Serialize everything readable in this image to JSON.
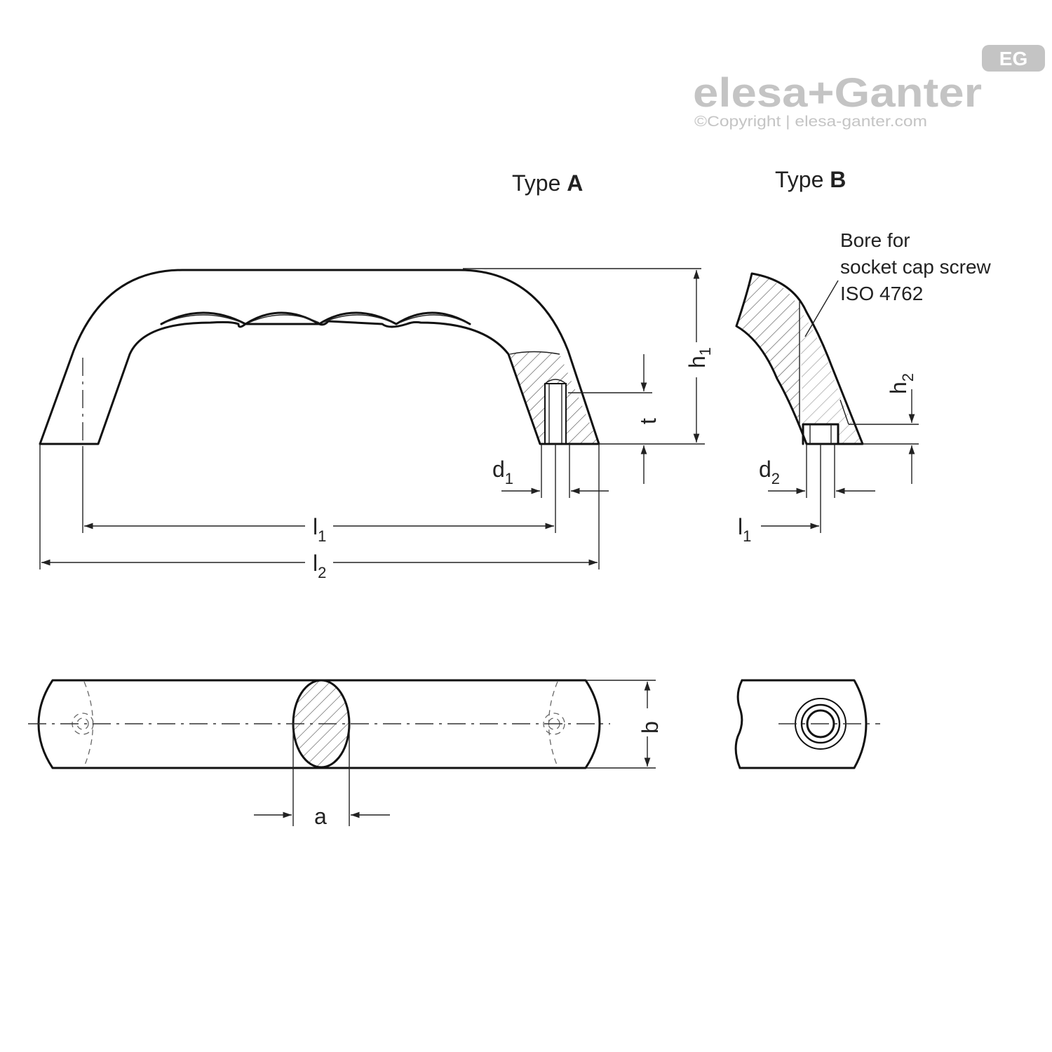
{
  "brand": {
    "logo_badge": "EG",
    "logo_text": "elesa+Ganter",
    "copyright": "©Copyright | elesa-ganter.com",
    "color": "#c4c4c4"
  },
  "views": {
    "type_a": {
      "prefix": "Type ",
      "letter": "A"
    },
    "type_b": {
      "prefix": "Type ",
      "letter": "B"
    }
  },
  "annotation": {
    "line1": "Bore for",
    "line2": "socket cap screw",
    "line3": "ISO 4762"
  },
  "dimensions": {
    "h1": {
      "base": "h",
      "sub": "1"
    },
    "h2": {
      "base": "h",
      "sub": "2"
    },
    "t": "t",
    "d1": {
      "base": "d",
      "sub": "1"
    },
    "d2": {
      "base": "d",
      "sub": "2"
    },
    "l1": {
      "base": "l",
      "sub": "1"
    },
    "l2": {
      "base": "l",
      "sub": "2"
    },
    "l1_b": {
      "base": "l",
      "sub": "1"
    },
    "a": "a",
    "b": "b"
  }
}
